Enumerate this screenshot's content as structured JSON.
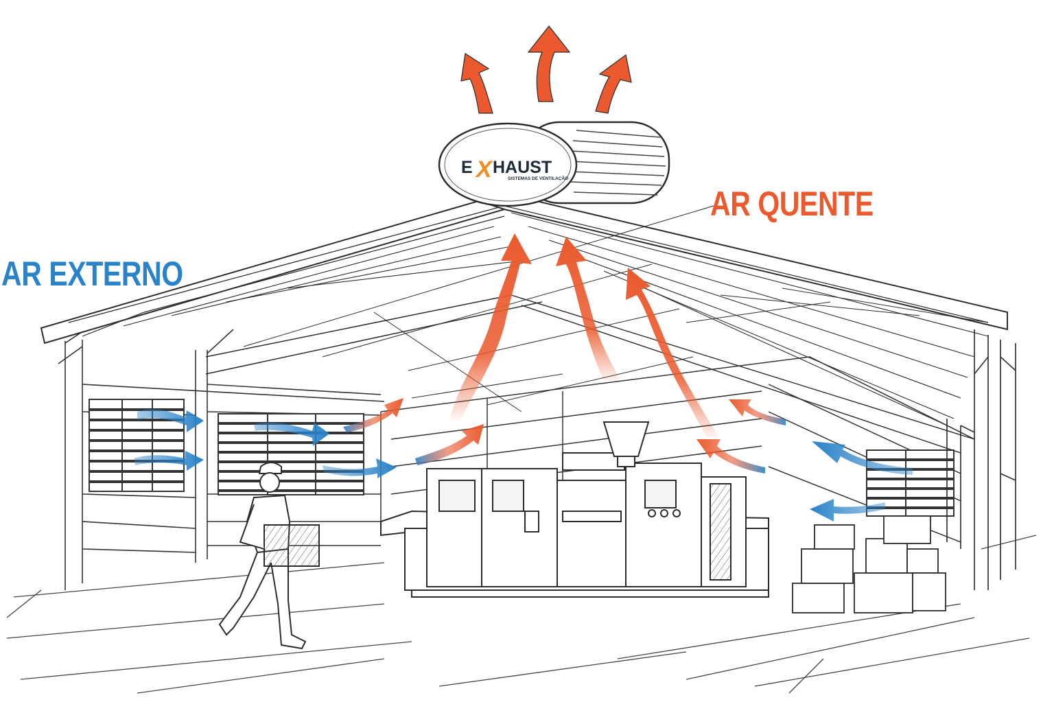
{
  "labels": {
    "external_air": "AR EXTERNO",
    "hot_air": "AR QUENTE"
  },
  "logo": {
    "prefix": "E",
    "mark": "X",
    "suffix": "HAUST",
    "tagline": "SISTEMAS DE VENTILAÇÃO"
  },
  "colors": {
    "external_air": "#2a82c8",
    "hot_air": "#ea5a2e",
    "logo_mark": "#f28c1e",
    "line": "#2b2b2b"
  },
  "icons": {
    "cold_arrow": "blue-airflow-arrow",
    "hot_arrow": "red-airflow-arrow"
  }
}
